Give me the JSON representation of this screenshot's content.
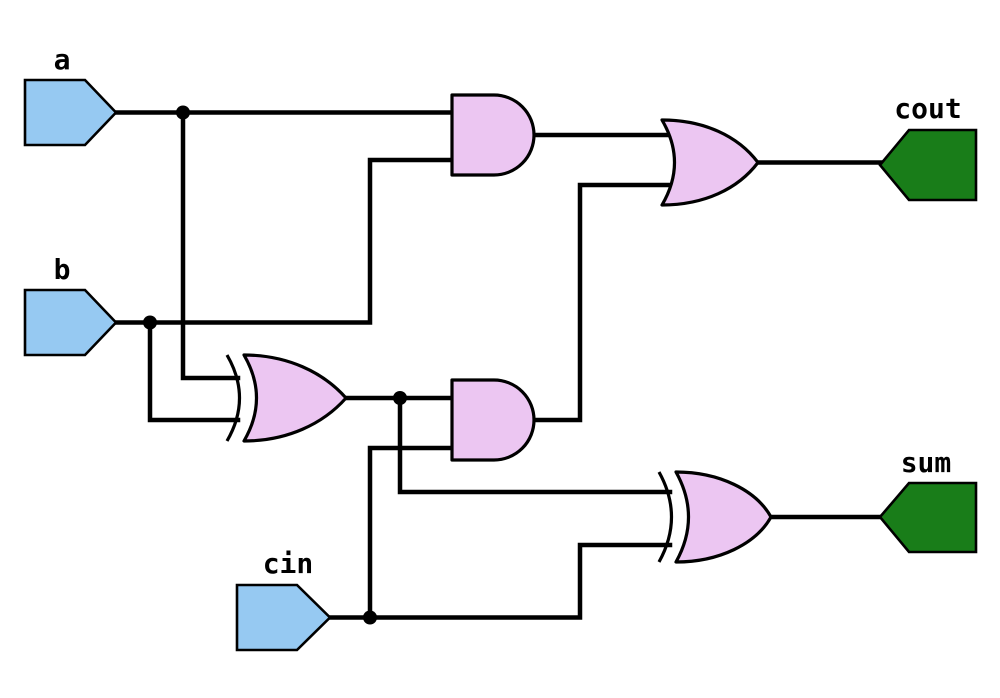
{
  "colors": {
    "background": "#ffffff",
    "wire": "#000000",
    "outline": "#000000",
    "gate_fill": "#ecc6f2",
    "input_fill": "#96c9f2",
    "output_fill": "#197d19"
  },
  "ports": {
    "inputs": [
      {
        "id": "a",
        "label": "a"
      },
      {
        "id": "b",
        "label": "b"
      },
      {
        "id": "cin",
        "label": "cin"
      }
    ],
    "outputs": [
      {
        "id": "cout",
        "label": "cout"
      },
      {
        "id": "sum",
        "label": "sum"
      }
    ]
  },
  "gates": [
    {
      "id": "and1",
      "type": "AND",
      "inputs": [
        "a",
        "b"
      ]
    },
    {
      "id": "xor1",
      "type": "XOR",
      "inputs": [
        "a",
        "b"
      ]
    },
    {
      "id": "and2",
      "type": "AND",
      "inputs": [
        "xor1",
        "cin"
      ]
    },
    {
      "id": "or1",
      "type": "OR",
      "inputs": [
        "and1",
        "and2"
      ],
      "output": "cout"
    },
    {
      "id": "xor2",
      "type": "XOR",
      "inputs": [
        "xor1",
        "cin"
      ],
      "output": "sum"
    }
  ]
}
